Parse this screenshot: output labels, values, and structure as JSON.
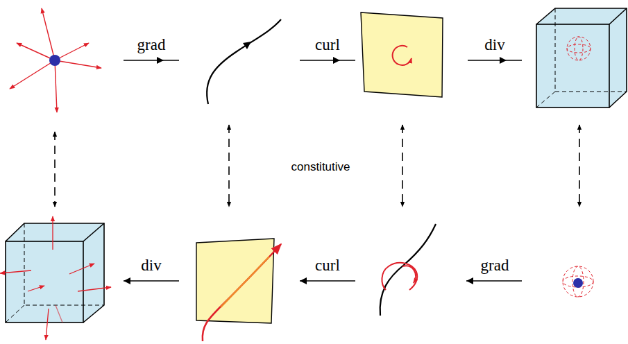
{
  "diagram": {
    "labels": [
      "grad",
      "curl",
      "div",
      "constitutive",
      "div",
      "curl",
      "grad"
    ]
  }
}
